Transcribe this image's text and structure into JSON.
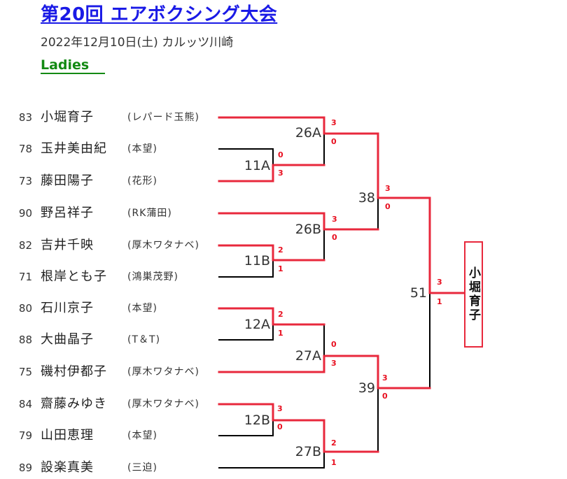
{
  "header": {
    "title": "第20回 エアボクシング大会",
    "date_venue": "2022年12月10日(土)  カルッツ川崎",
    "category": "Ladies"
  },
  "entrants": [
    {
      "no": "83",
      "name": "小堀育子",
      "team": "(レパード玉熊)"
    },
    {
      "no": "78",
      "name": "玉井美由紀",
      "team": "(本望)"
    },
    {
      "no": "73",
      "name": "藤田陽子",
      "team": "(花形)"
    },
    {
      "no": "90",
      "name": "野呂祥子",
      "team": "(RK蒲田)"
    },
    {
      "no": "82",
      "name": "吉井千映",
      "team": "(厚木ワタナベ)"
    },
    {
      "no": "71",
      "name": "根岸とも子",
      "team": "(鴻巣茂野)"
    },
    {
      "no": "80",
      "name": "石川京子",
      "team": "(本望)"
    },
    {
      "no": "88",
      "name": "大曲晶子",
      "team": "(T＆T)"
    },
    {
      "no": "75",
      "name": "磯村伊都子",
      "team": "(厚木ワタナベ)"
    },
    {
      "no": "84",
      "name": "齋藤みゆき",
      "team": "(厚木ワタナベ)"
    },
    {
      "no": "79",
      "name": "山田恵理",
      "team": "(本望)"
    },
    {
      "no": "89",
      "name": "設楽真美",
      "team": "(三迫)"
    }
  ],
  "matches": [
    {
      "label": "11A",
      "scores": [
        "0",
        "3"
      ]
    },
    {
      "label": "26A",
      "scores": [
        "3",
        "0"
      ]
    },
    {
      "label": "11B",
      "scores": [
        "2",
        "1"
      ]
    },
    {
      "label": "26B",
      "scores": [
        "3",
        "0"
      ]
    },
    {
      "label": "38",
      "scores": [
        "3",
        "0"
      ]
    },
    {
      "label": "12A",
      "scores": [
        "2",
        "1"
      ]
    },
    {
      "label": "27A",
      "scores": [
        "0",
        "3"
      ]
    },
    {
      "label": "12B",
      "scores": [
        "3",
        "0"
      ]
    },
    {
      "label": "27B",
      "scores": [
        "2",
        "1"
      ]
    },
    {
      "label": "39",
      "scores": [
        "3",
        "0"
      ]
    },
    {
      "label": "51",
      "scores": [
        "3",
        "1"
      ]
    }
  ],
  "champion": {
    "name": "小堀育子"
  },
  "colors": {
    "title": "#1a1ae6",
    "category": "#138a13",
    "winner_line": "#e8283c",
    "loser_line": "#000000",
    "score": "#e81020"
  }
}
